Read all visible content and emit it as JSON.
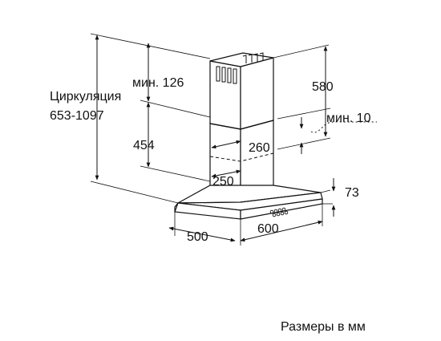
{
  "dimensions": {
    "circulation_label": "Циркуляция",
    "circulation_range": "653-1097",
    "min_126": "мин. 126",
    "d580": "580",
    "min_10": "мин. 10",
    "d454": "454",
    "d260": "260",
    "d250": "250",
    "d73": "73",
    "d500": "500",
    "d600": "600"
  },
  "footer": {
    "units_note": "Размеры в мм"
  }
}
